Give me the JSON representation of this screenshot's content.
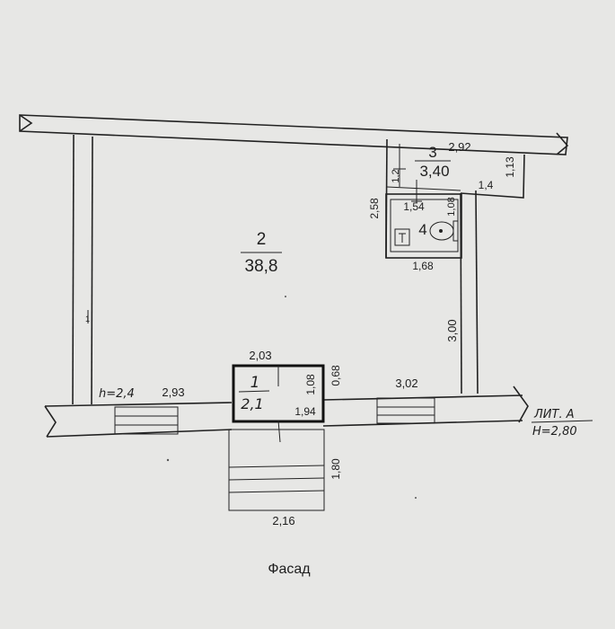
{
  "rooms": [
    {
      "number": "1",
      "area": "2,1"
    },
    {
      "number": "2",
      "area": "38,8"
    },
    {
      "number": "3",
      "area": "3,40"
    },
    {
      "number": "4",
      "area": ""
    }
  ],
  "dimensions": {
    "room3_width": "2,92",
    "room3_depth": "1,13",
    "room3_inner": "1,2",
    "room3_step": "1,4",
    "bath_height": "2,58",
    "bath_width_top": "1,54",
    "bath_depth": "1,08",
    "bath_width_bottom": "1,68",
    "right_wall": "3,00",
    "entry_top": "2,03",
    "entry_side": "1,08",
    "entry_gap": "0,68",
    "entry_bottom": "1,94",
    "front_left": "2,93",
    "front_right": "3,02",
    "porch_depth": "1,80",
    "porch_width": "2,16"
  },
  "labels": {
    "height_left": "h=2,4",
    "lit": "ЛИТ. А",
    "height_right": "Н=2,80",
    "facade": "Фасад",
    "tick_mark": "1"
  }
}
